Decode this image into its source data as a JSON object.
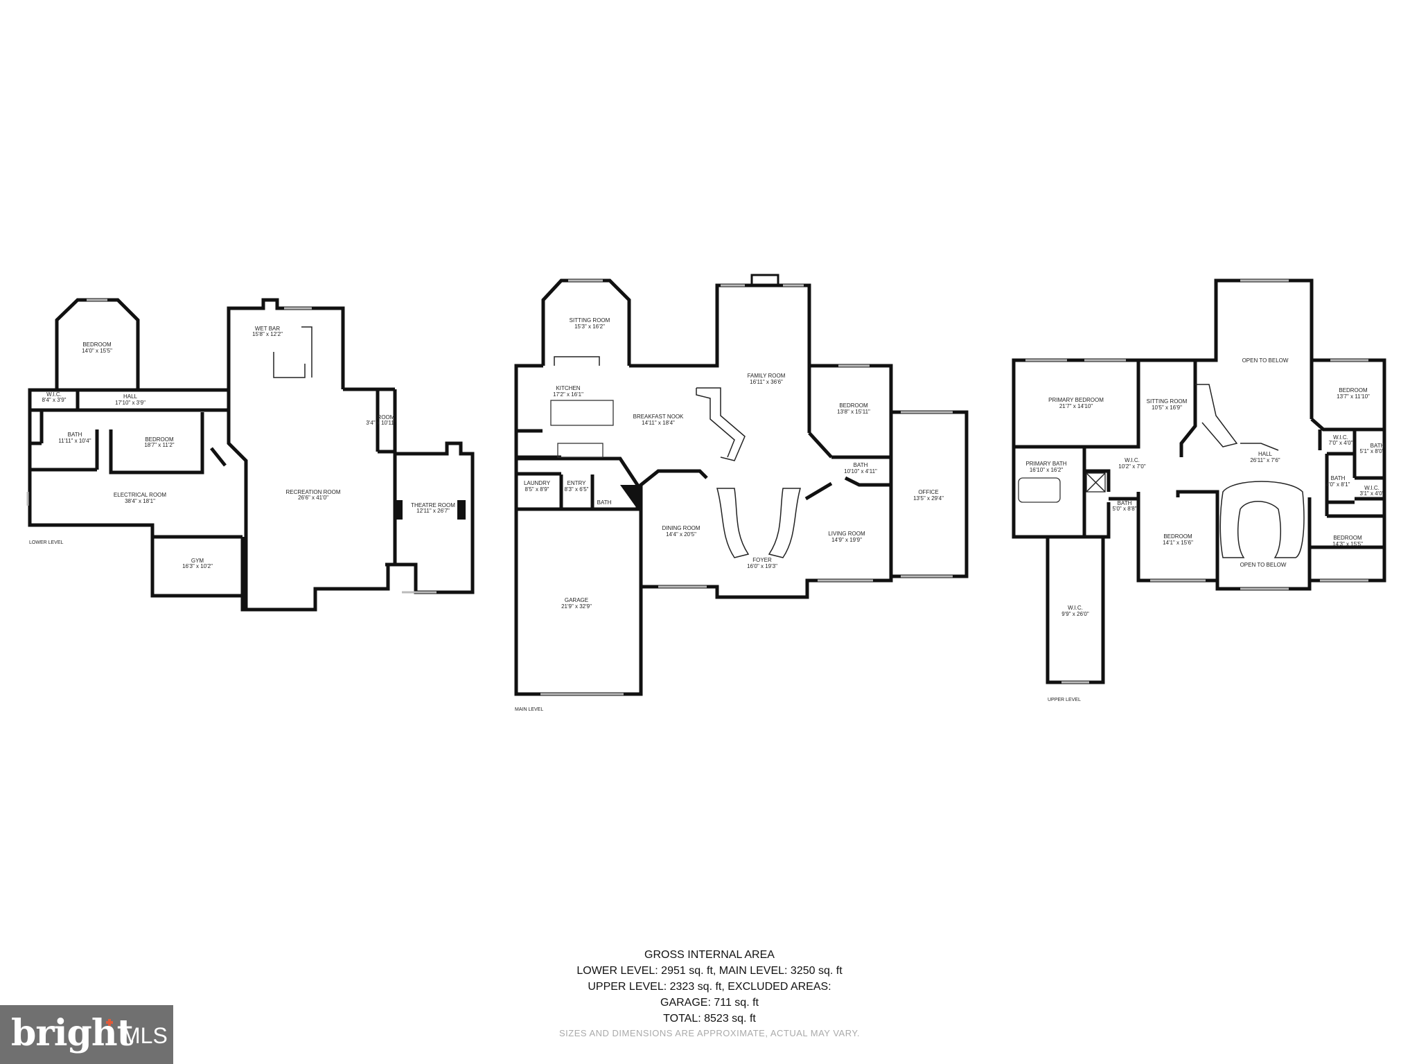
{
  "levels": {
    "lower": {
      "label": "LOWER LEVEL",
      "rooms": {
        "bedroom_top": {
          "name": "BEDROOM",
          "dims": "14'0\" x 15'5\""
        },
        "wic": {
          "name": "W.I.C.",
          "dims": "8'4\" x 3'9\""
        },
        "hall": {
          "name": "HALL",
          "dims": "17'10\" x 3'9\""
        },
        "bath": {
          "name": "BATH",
          "dims": "11'11\" x 10'4\""
        },
        "bedroom_mid": {
          "name": "BEDROOM",
          "dims": "18'7\" x 11'2\""
        },
        "electrical": {
          "name": "ELECTRICAL ROOM",
          "dims": "38'4\" x 18'1\""
        },
        "gym": {
          "name": "GYM",
          "dims": "16'3\" x 10'2\""
        },
        "wetbar": {
          "name": "WET BAR",
          "dims": "15'8\" x 12'2\""
        },
        "recreation": {
          "name": "RECREATION ROOM",
          "dims": "26'6\" x 41'0\""
        },
        "room": {
          "name": "ROOM",
          "dims": "3'4\" x 10'11\""
        },
        "theatre": {
          "name": "THEATRE ROOM",
          "dims": "12'11\" x 26'7\""
        }
      }
    },
    "main": {
      "label": "MAIN LEVEL",
      "rooms": {
        "sitting": {
          "name": "SITTING ROOM",
          "dims": "15'3\" x 16'2\""
        },
        "kitchen": {
          "name": "KITCHEN",
          "dims": "17'2\" x 16'1\""
        },
        "nook": {
          "name": "BREAKFAST NOOK",
          "dims": "14'11\" x 18'4\""
        },
        "family": {
          "name": "FAMILY ROOM",
          "dims": "16'11\" x 36'6\""
        },
        "bedroom": {
          "name": "BEDROOM",
          "dims": "13'8\" x 15'11\""
        },
        "bath_right": {
          "name": "BATH",
          "dims": "10'10\" x 4'11\""
        },
        "office": {
          "name": "OFFICE",
          "dims": "13'5\" x 29'4\""
        },
        "laundry": {
          "name": "LAUNDRY",
          "dims": "8'5\" x 8'9\""
        },
        "entry": {
          "name": "ENTRY",
          "dims": "8'3\" x 6'5\""
        },
        "bath_small": {
          "name": "BATH",
          "dims": ""
        },
        "dining": {
          "name": "DINING ROOM",
          "dims": "14'4\" x 20'5\""
        },
        "foyer": {
          "name": "FOYER",
          "dims": "16'0\" x 19'3\""
        },
        "living": {
          "name": "LIVING ROOM",
          "dims": "14'9\" x 19'9\""
        },
        "garage": {
          "name": "GARAGE",
          "dims": "21'9\" x 32'9\""
        }
      }
    },
    "upper": {
      "label": "UPPER LEVEL",
      "rooms": {
        "primary_bed": {
          "name": "PRIMARY BEDROOM",
          "dims": "21'7\" x 14'10\""
        },
        "sitting": {
          "name": "SITTING ROOM",
          "dims": "10'5\" x 16'9\""
        },
        "open_top": {
          "name": "OPEN TO BELOW",
          "dims": ""
        },
        "bedroom_ne": {
          "name": "BEDROOM",
          "dims": "13'7\" x 11'10\""
        },
        "primary_bath": {
          "name": "PRIMARY BATH",
          "dims": "16'10\" x 16'2\""
        },
        "wic_a": {
          "name": "W.I.C.",
          "dims": "10'2\" x 7'0\""
        },
        "hall": {
          "name": "HALL",
          "dims": "26'11\" x 7'6\""
        },
        "wic_b": {
          "name": "W.I.C.",
          "dims": "7'0\" x 4'0\""
        },
        "bath_e": {
          "name": "BATH",
          "dims": "5'1\" x 8'0\""
        },
        "bath_mid": {
          "name": "BATH",
          "dims": "4'0\" x 8'1\""
        },
        "wic_c": {
          "name": "W.I.C.",
          "dims": "3'1\" x 4'0\""
        },
        "bath_c": {
          "name": "BATH",
          "dims": "5'0\" x 8'8\""
        },
        "bedroom_sw": {
          "name": "BEDROOM",
          "dims": "14'1\" x 15'6\""
        },
        "open_bottom": {
          "name": "OPEN TO BELOW",
          "dims": ""
        },
        "bedroom_se": {
          "name": "BEDROOM",
          "dims": "14'3\" x 15'5\""
        },
        "wic_long": {
          "name": "W.I.C.",
          "dims": "9'9\" x 26'0\""
        }
      }
    }
  },
  "summary": {
    "heading": "GROSS INTERNAL AREA",
    "line1": "LOWER LEVEL: 2951 sq. ft, MAIN LEVEL: 3250 sq. ft",
    "line2": "UPPER LEVEL: 2323 sq. ft, EXCLUDED AREAS:",
    "line3": "GARAGE: 711 sq. ft",
    "line4": "TOTAL: 8523 sq. ft",
    "disclaimer": "SIZES AND DIMENSIONS ARE APPROXIMATE, ACTUAL MAY VARY."
  },
  "watermark": {
    "brand": "bright",
    "suffix": "MLS",
    "accent": "#e05a3a"
  }
}
